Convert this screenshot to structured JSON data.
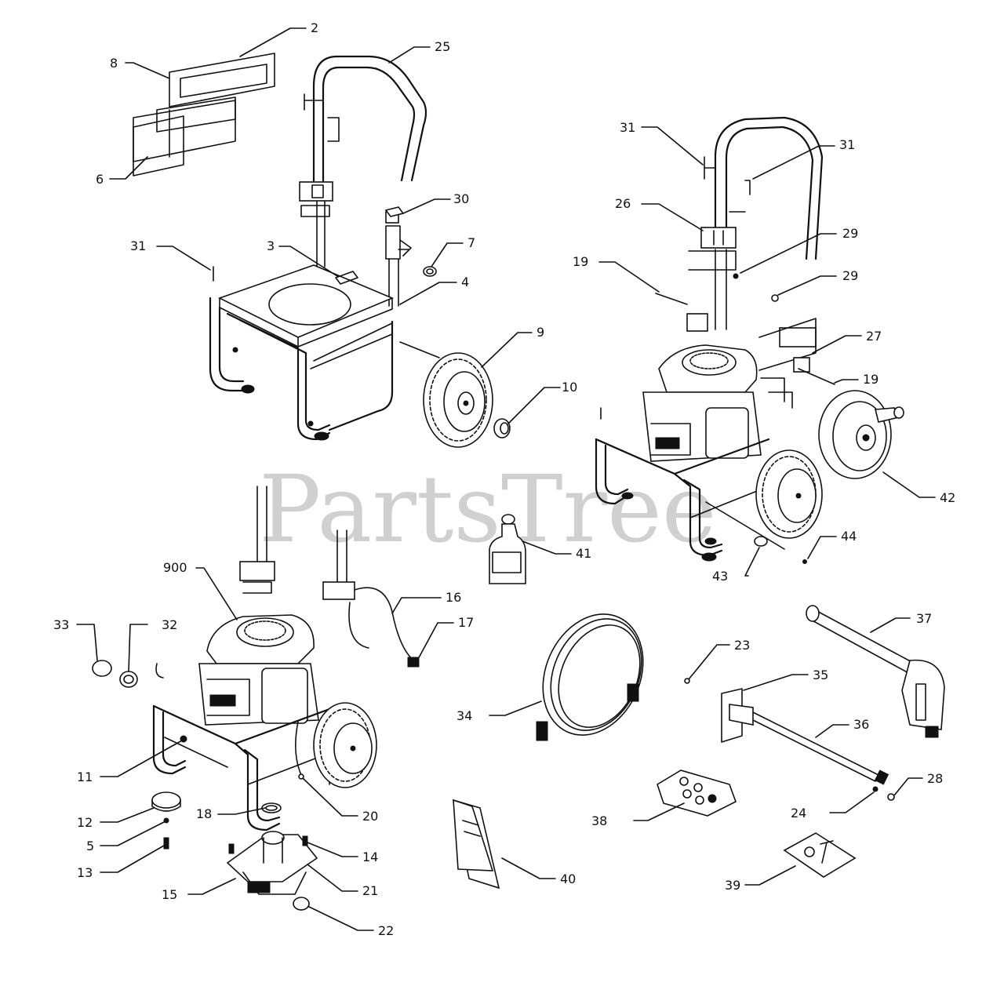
{
  "watermark": "PartsTree",
  "callouts": {
    "c2": "2",
    "c8": "8",
    "c6": "6",
    "c25": "25",
    "c30": "30",
    "c31a": "31",
    "c3": "3",
    "c7": "7",
    "c4": "4",
    "c9": "9",
    "c10": "10",
    "c31b": "31",
    "c31c": "31",
    "c26": "26",
    "c29a": "29",
    "c29b": "29",
    "c19a": "19",
    "c27": "27",
    "c19b": "19",
    "c42": "42",
    "c44": "44",
    "c43": "43",
    "c41": "41",
    "c900": "900",
    "c33": "33",
    "c32": "32",
    "c16": "16",
    "c17": "17",
    "c11": "11",
    "c12": "12",
    "c18": "18",
    "c20": "20",
    "c5": "5",
    "c13": "13",
    "c14": "14",
    "c15": "15",
    "c21": "21",
    "c22": "22",
    "c34": "34",
    "c23": "23",
    "c35": "35",
    "c36": "36",
    "c37": "37",
    "c38": "38",
    "c24": "24",
    "c28": "28",
    "c40": "40",
    "c39": "39"
  }
}
